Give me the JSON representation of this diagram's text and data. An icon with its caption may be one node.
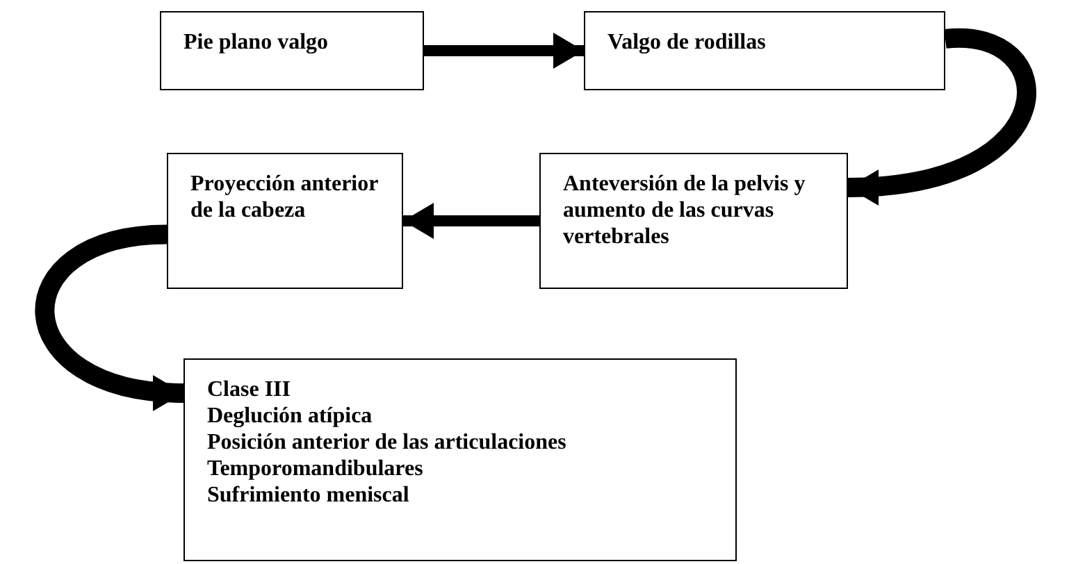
{
  "diagram": {
    "nodes": [
      {
        "text": [
          "Pie plano valgo"
        ]
      },
      {
        "text": [
          "Valgo de rodillas"
        ]
      },
      {
        "text": [
          "Anteversión de la pelvis y aumento de las curvas vertebrales"
        ]
      },
      {
        "text": [
          "Proyección anterior de la cabeza"
        ]
      },
      {
        "text": [
          "Clase III",
          "Deglución atípica",
          "Posición anterior de las articulaciones",
          "Temporomandibulares",
          "Sufrimiento meniscal"
        ]
      }
    ],
    "edges": [
      {
        "from": 0,
        "to": 1,
        "arrow": "to"
      },
      {
        "from": 1,
        "to": 2,
        "arrow": "to"
      },
      {
        "from": 2,
        "to": 3,
        "arrow": "to"
      },
      {
        "from": 3,
        "to": 4,
        "arrow": "to"
      }
    ]
  }
}
